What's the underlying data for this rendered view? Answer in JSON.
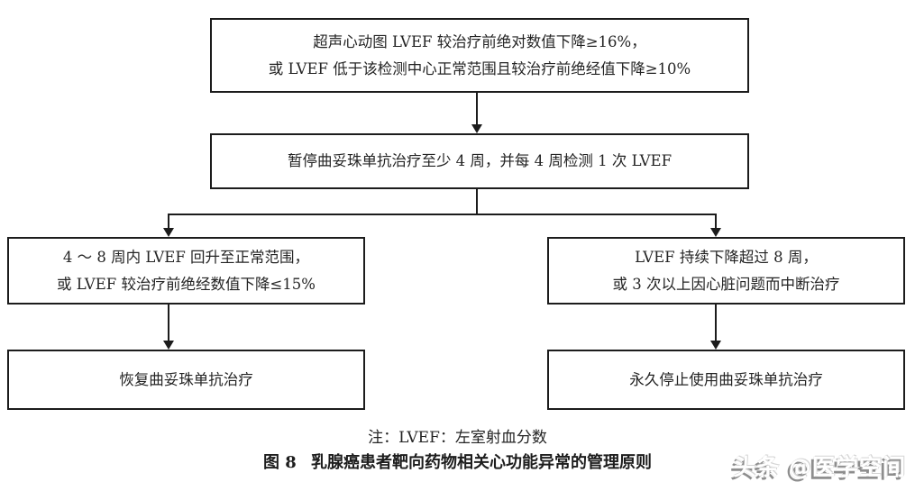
{
  "page": {
    "background": "#ffffff",
    "line_color": "#1c1c1c",
    "text_color": "#242424"
  },
  "flowchart": {
    "echo_criteria": {
      "line1": "超声心动图 LVEF 较治疗前绝对数值下降≥16%，",
      "line2": "或 LVEF 低于该检测中心正常范围且较治疗前绝经值下降≥10%"
    },
    "hold_trastuzumab": {
      "line1": "暂停曲妥珠单抗治疗至少 4 周，并每 4 周检测 1 次 LVEF"
    },
    "lvef_recovered": {
      "line1": "4 ～ 8 周内 LVEF 回升至正常范围，",
      "line2": "或 LVEF 较治疗前绝经数值下降≤15%"
    },
    "lvef_persistent": {
      "line1": "LVEF 持续下降超过 8 周，",
      "line2": "或 3 次以上因心脏问题而中断治疗"
    },
    "resume_treatment": {
      "line1": "恢复曲妥珠单抗治疗"
    },
    "stop_treatment": {
      "line1": "永久停止使用曲妥珠单抗治疗"
    }
  },
  "note": "注：LVEF：左室射血分数",
  "caption": {
    "fig_label": "图 8",
    "title": "乳腺癌患者靶向药物相关心功能异常的管理原则"
  },
  "watermark": "头条 @医学空间"
}
